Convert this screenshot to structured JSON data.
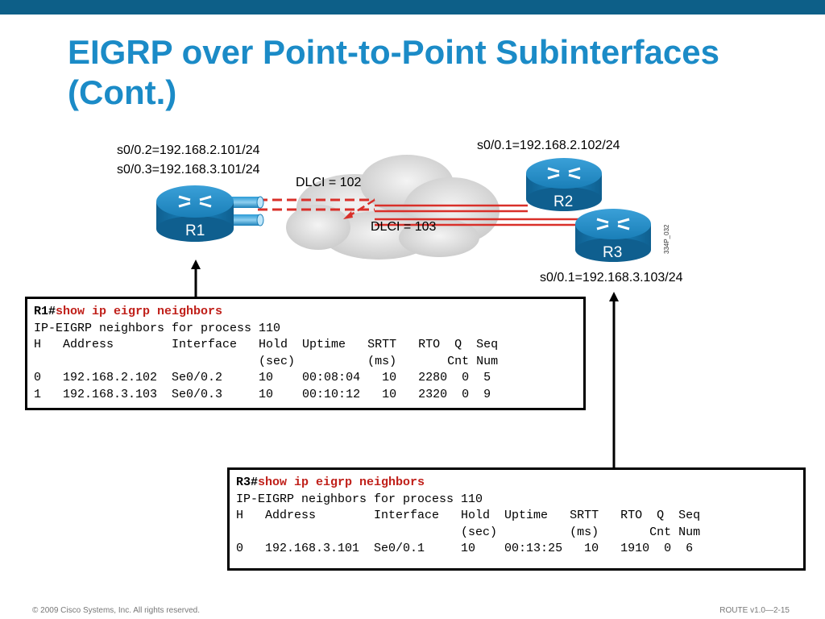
{
  "slide": {
    "title_line1": "EIGRP over Point-to-Point Subinterfaces",
    "title_line2": "(Cont.)"
  },
  "diagram": {
    "r1_if1": "s0/0.2=192.168.2.101/24",
    "r1_if2": "s0/0.3=192.168.3.101/24",
    "r2_if": "s0/0.1=192.168.2.102/24",
    "r3_if": "s0/0.1=192.168.3.103/24",
    "dlci_102": "DLCI = 102",
    "dlci_103": "DLCI = 103",
    "r1": "R1",
    "r2": "R2",
    "r3": "R3",
    "figure_id": "334P_032",
    "colors": {
      "router_blue": "#1a7fb8",
      "link_red": "#d9302a",
      "cloud": "#d7d7d7"
    }
  },
  "r1_output": {
    "prompt": "R1#",
    "command": "show ip eigrp neighbors",
    "line1": "IP-EIGRP neighbors for process 110",
    "header1": "H   Address        Interface   Hold  Uptime   SRTT   RTO  Q  Seq",
    "header2": "                               (sec)          (ms)       Cnt Num",
    "rows": [
      "0   192.168.2.102  Se0/0.2     10    00:08:04   10   2280  0  5",
      "1   192.168.3.103  Se0/0.3     10    00:10:12   10   2320  0  9"
    ]
  },
  "r3_output": {
    "prompt": "R3#",
    "command": "show ip eigrp neighbors",
    "line1": "IP-EIGRP neighbors for process 110",
    "header1": "H   Address        Interface   Hold  Uptime   SRTT   RTO  Q  Seq",
    "header2": "                               (sec)          (ms)       Cnt Num",
    "rows": [
      "0   192.168.3.101  Se0/0.1     10    00:13:25   10   1910  0  6"
    ]
  },
  "footer": {
    "copyright": "© 2009 Cisco Systems, Inc. All rights reserved.",
    "course": "ROUTE v1.0—2-15"
  }
}
